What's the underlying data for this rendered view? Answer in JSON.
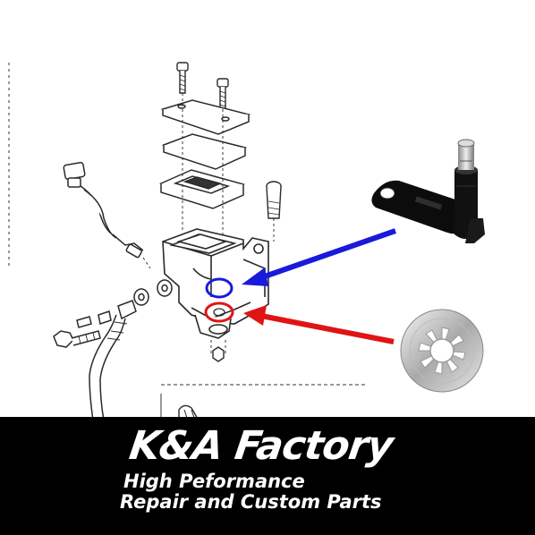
{
  "brand": {
    "name": "K&A Factory",
    "tagline_line1": "High Peformance",
    "tagline_line2": "Repair and Custom Parts"
  },
  "colors": {
    "banner_bg": "#000000",
    "banner_text": "#ffffff",
    "blue_marker": "#1a1adc",
    "red_marker": "#e01414",
    "line_art": "#2a2a2a"
  },
  "icons": [
    "bracket-pivot-part",
    "toothed-lock-washer",
    "blue-arrow",
    "red-arrow"
  ]
}
